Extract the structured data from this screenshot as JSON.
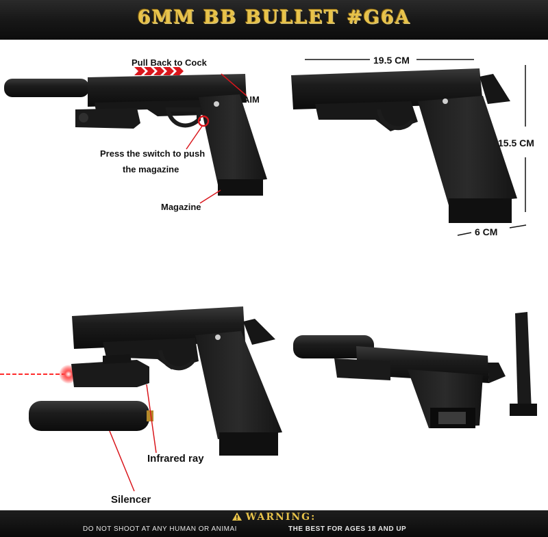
{
  "header": {
    "title": "6MM BB BULLET #G6A"
  },
  "annotations": {
    "pull_back": "Pull Back to Cock",
    "aim": "AIM",
    "press_switch_line1": "Press the switch to push",
    "press_switch_line2": "the magazine",
    "magazine": "Magazine",
    "length": "19.5 CM",
    "height": "15.5 CM",
    "width": "6 CM",
    "infrared": "Infrared ray",
    "silencer": "Silencer"
  },
  "footer": {
    "warning_title": "WARNING:",
    "left_text": "DO NOT SHOOT AT ANY HUMAN OR ANIMAI",
    "right_text": "THE BEST FOR AGES 18 AND UP"
  },
  "colors": {
    "header_text": "#e8c34a",
    "pointer_line": "#d9161c",
    "gun_body": "#1c1c1c"
  }
}
